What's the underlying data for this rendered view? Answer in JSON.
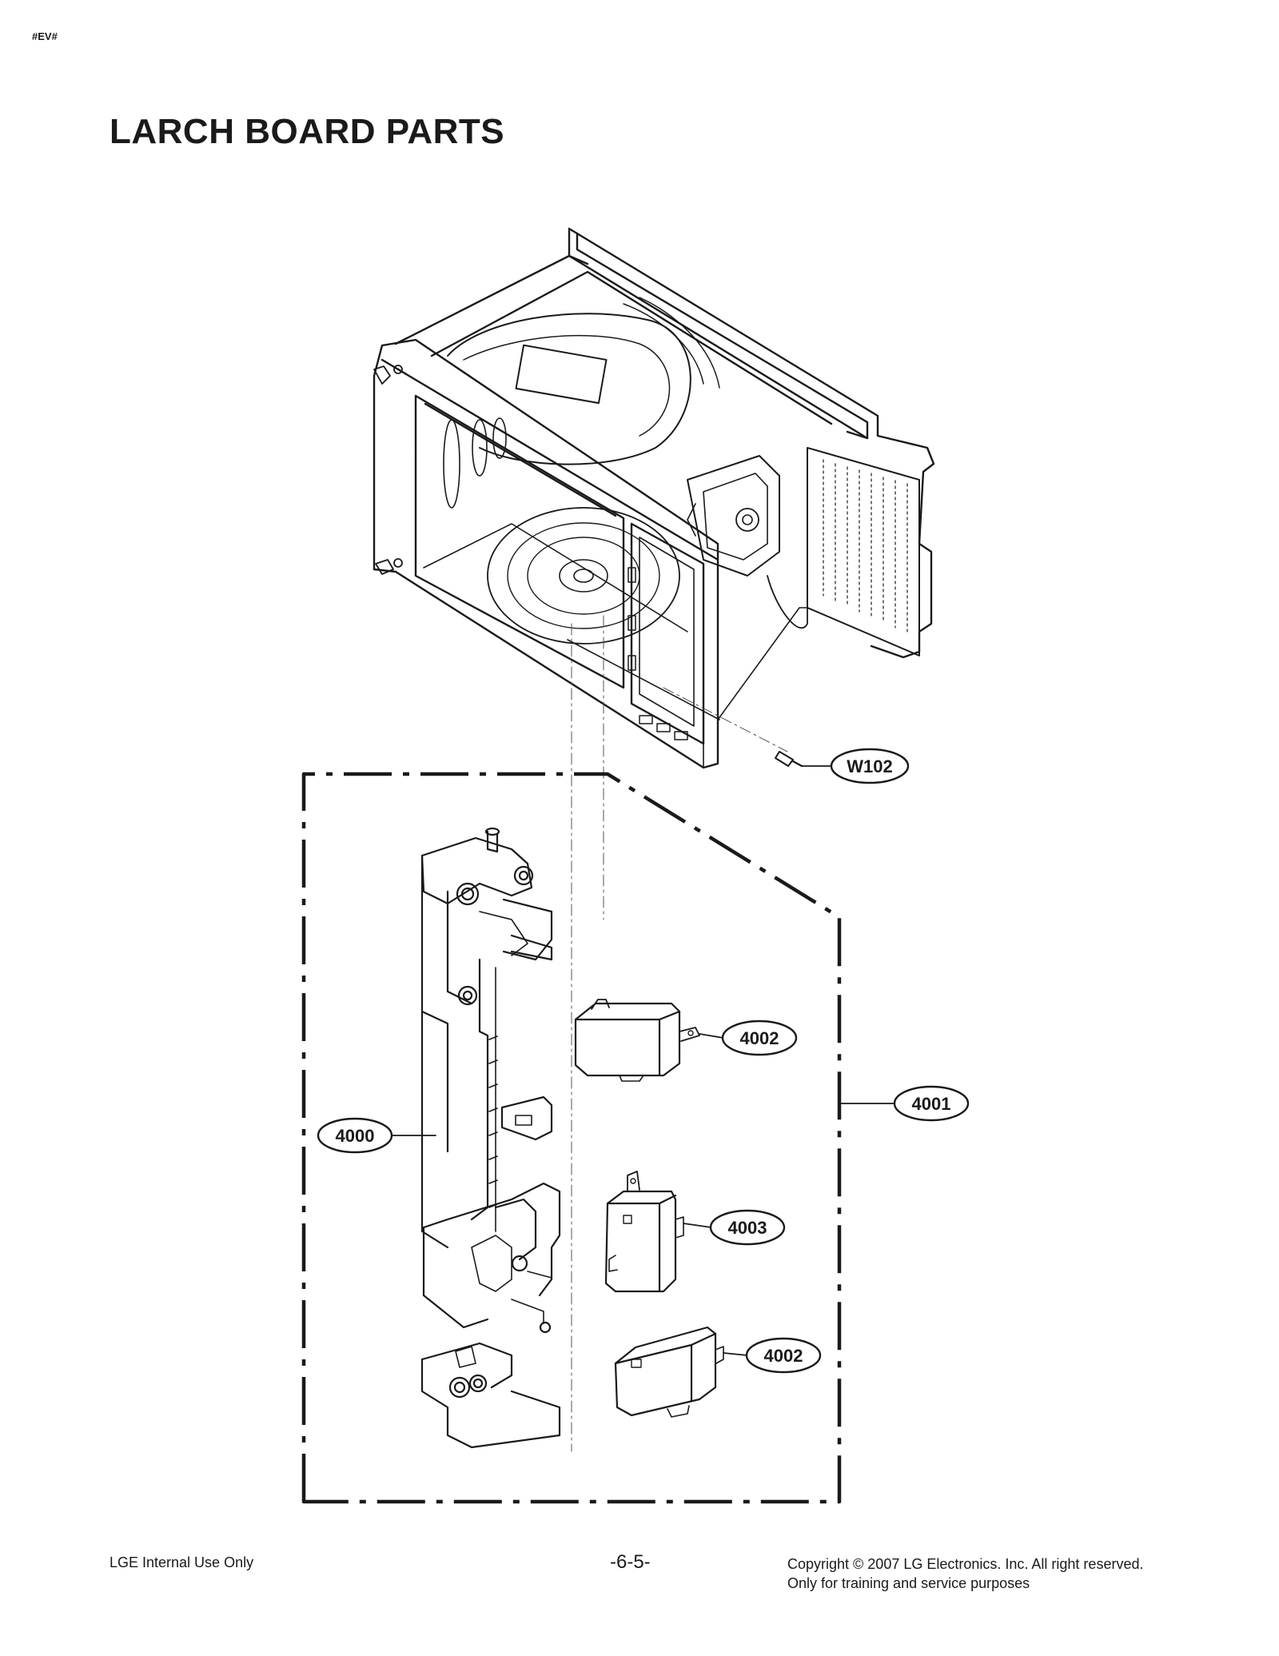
{
  "header": {
    "tag": "#EV#"
  },
  "page": {
    "title": "LARCH BOARD PARTS"
  },
  "callouts": {
    "w102": "W102",
    "p4000": "4000",
    "p4001": "4001",
    "p4002_top": "4002",
    "p4003": "4003",
    "p4002_bottom": "4002"
  },
  "footer": {
    "left": "LGE Internal Use Only",
    "page_number": "-6-5-",
    "copyright_line1": "Copyright © 2007 LG Electronics. Inc. All right reserved.",
    "copyright_line2": "Only for training and service purposes"
  }
}
